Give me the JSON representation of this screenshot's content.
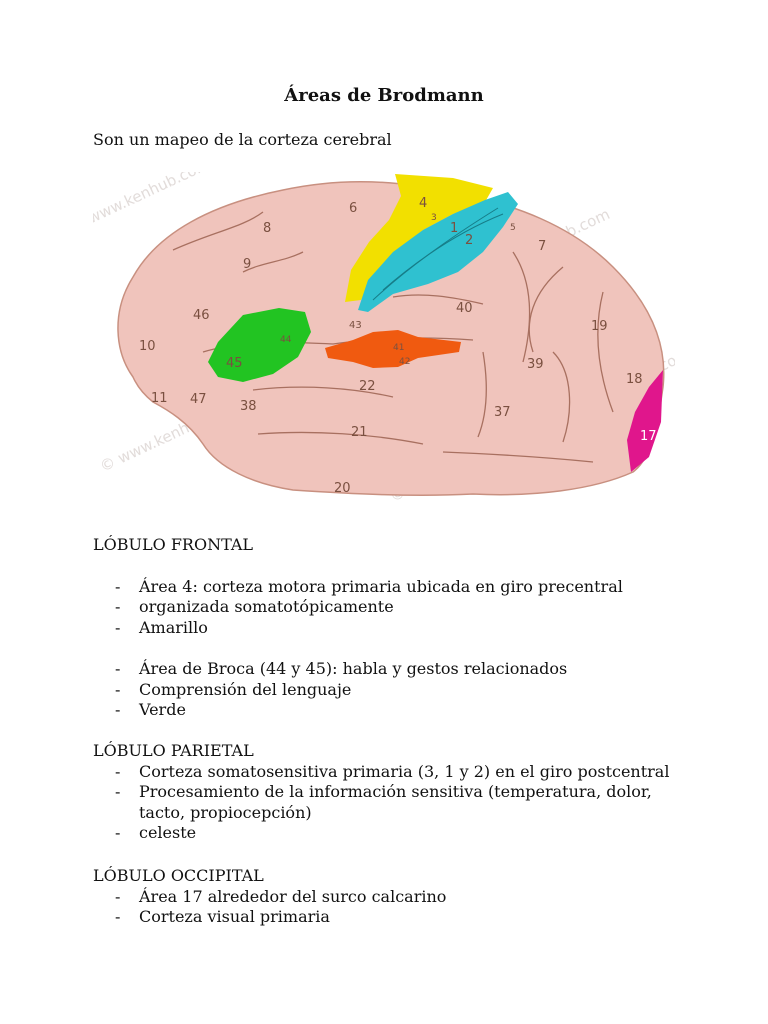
{
  "document": {
    "title": "Áreas de Brodmann",
    "intro": "Son un mapeo de la corteza cerebral"
  },
  "figure": {
    "watermark": "© www.kenhub.com",
    "area_labels": [
      "4",
      "6",
      "8",
      "9",
      "46",
      "10",
      "45",
      "44",
      "11",
      "47",
      "38",
      "1",
      "2",
      "3",
      "5",
      "7",
      "40",
      "43",
      "41",
      "42",
      "22",
      "21",
      "20",
      "37",
      "39",
      "19",
      "18",
      "17"
    ],
    "colors": {
      "cortex": "#f0c4bc",
      "sulcus": "#a87060",
      "area_4": "#f2e000",
      "areas_3_1_2": "#2fc1d0",
      "areas_44_45": "#22c422",
      "areas_41_42": "#f05a10",
      "area_17": "#e0168c"
    }
  },
  "sections": [
    {
      "heading": "LÓBULO FRONTAL",
      "groups": [
        [
          "Área 4: corteza motora primaria ubicada en giro precentral",
          "organizada somatotópicamente",
          "Amarillo"
        ],
        [
          "Área de Broca (44 y 45): habla y gestos relacionados",
          "Comprensión del lenguaje",
          "Verde"
        ]
      ]
    },
    {
      "heading": "LÓBULO PARIETAL",
      "groups": [
        [
          "Corteza somatosensitiva primaria (3, 1 y 2) en el giro postcentral",
          "Procesamiento de la información sensitiva (temperatura, dolor, tacto, propiocepción)",
          "celeste"
        ]
      ]
    },
    {
      "heading": "LÓBULO OCCIPITAL",
      "groups": [
        [
          "Área 17 alrededor del surco calcarino",
          "Corteza visual primaria"
        ]
      ]
    }
  ],
  "bullet": "-"
}
